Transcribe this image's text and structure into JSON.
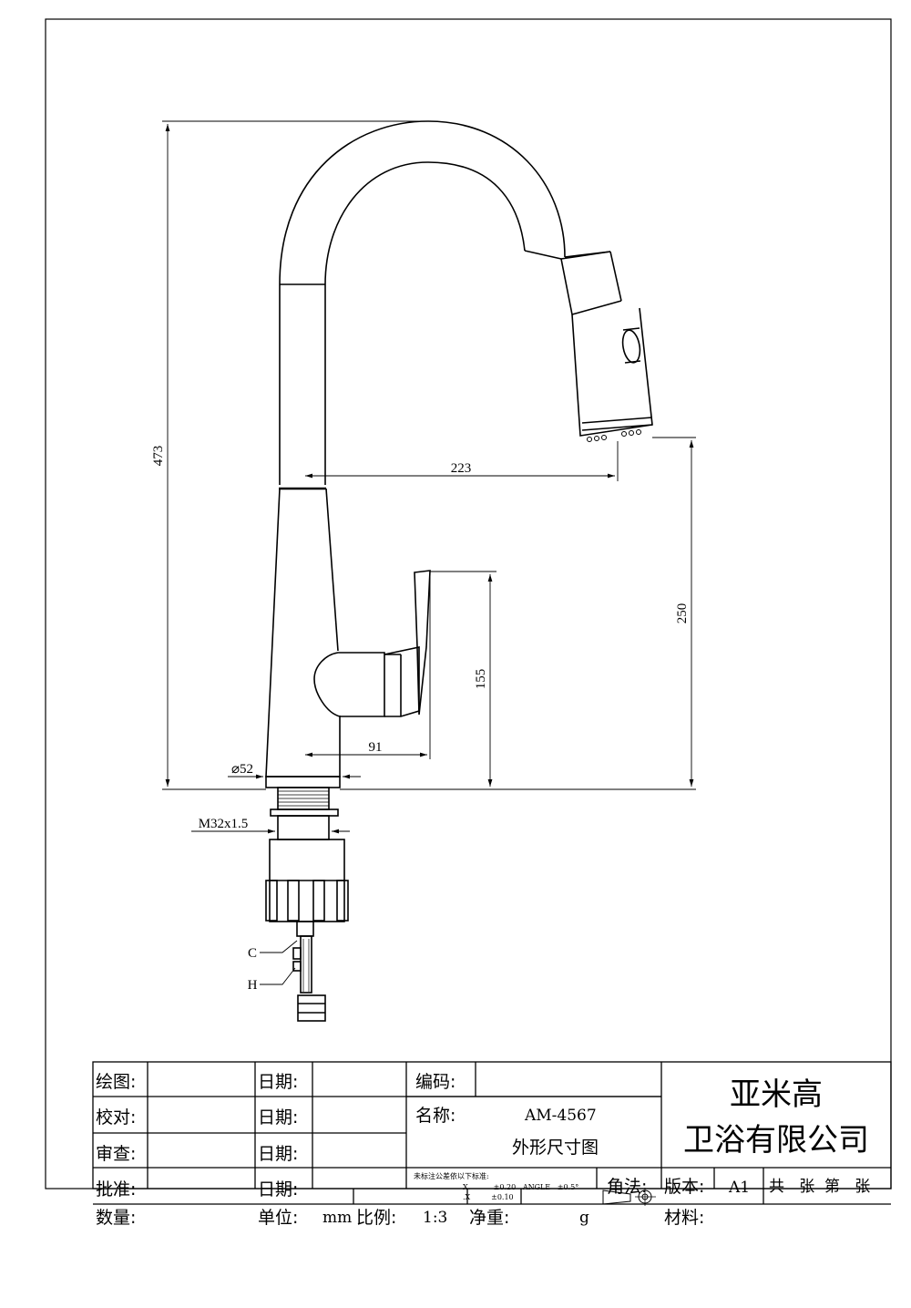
{
  "dimensions": {
    "overall_height": "473",
    "reach": "223",
    "spout_height": "250",
    "handle_height": "155",
    "handle_reach": "91",
    "base_diameter": "⌀52",
    "thread": "M32x1.5",
    "cold_label": "C",
    "hot_label": "H"
  },
  "title_block": {
    "drawn_label": "绘图:",
    "checked_label": "校对:",
    "reviewed_label": "审查:",
    "approved_label": "批准:",
    "quantity_label": "数量:",
    "date_label": "日期:",
    "code_label": "编码:",
    "name_label": "名称:",
    "model": "AM-4567",
    "drawing_title": "外形尺寸图",
    "company_line1": "亚米高",
    "company_line2": "卫浴有限公司",
    "tolerance_title": "未标注公差依以下标准:",
    "tolerance_line1": "X.          ±0.20   ANGLE   ±0.5°",
    "tolerance_line2": ".X         ±0.10",
    "projection_label": "角法:",
    "version_label": "版本:",
    "version_value": "A1",
    "sheets_text": "共   张  第   张",
    "unit_label": "单位:",
    "unit_value": "mm",
    "scale_label": "比例:",
    "scale_value": "1:3",
    "weight_label": "净重:",
    "weight_unit": "g",
    "material_label": "材料:"
  }
}
